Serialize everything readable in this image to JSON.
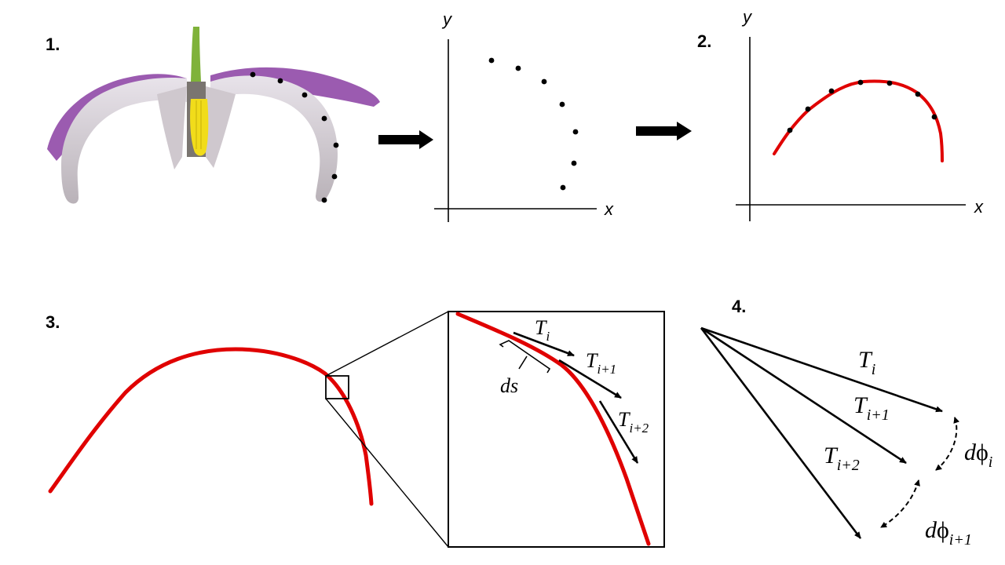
{
  "steps": [
    "1.",
    "2.",
    "3.",
    "4."
  ],
  "axes": {
    "x": "x",
    "y": "y"
  },
  "symbols": {
    "ds": "ds",
    "T": "T",
    "sub_i": "i",
    "sub_i1": "i+1",
    "sub_i2": "i+2",
    "d": "d",
    "phi": "ϕ"
  },
  "colors": {
    "curve": "#e00000",
    "ink": "#000000",
    "petal_purple": "#9b5bb0",
    "petal_pale": "#d7d2dc",
    "stem": "#7fb23a",
    "anther": "#f1dc1a"
  }
}
